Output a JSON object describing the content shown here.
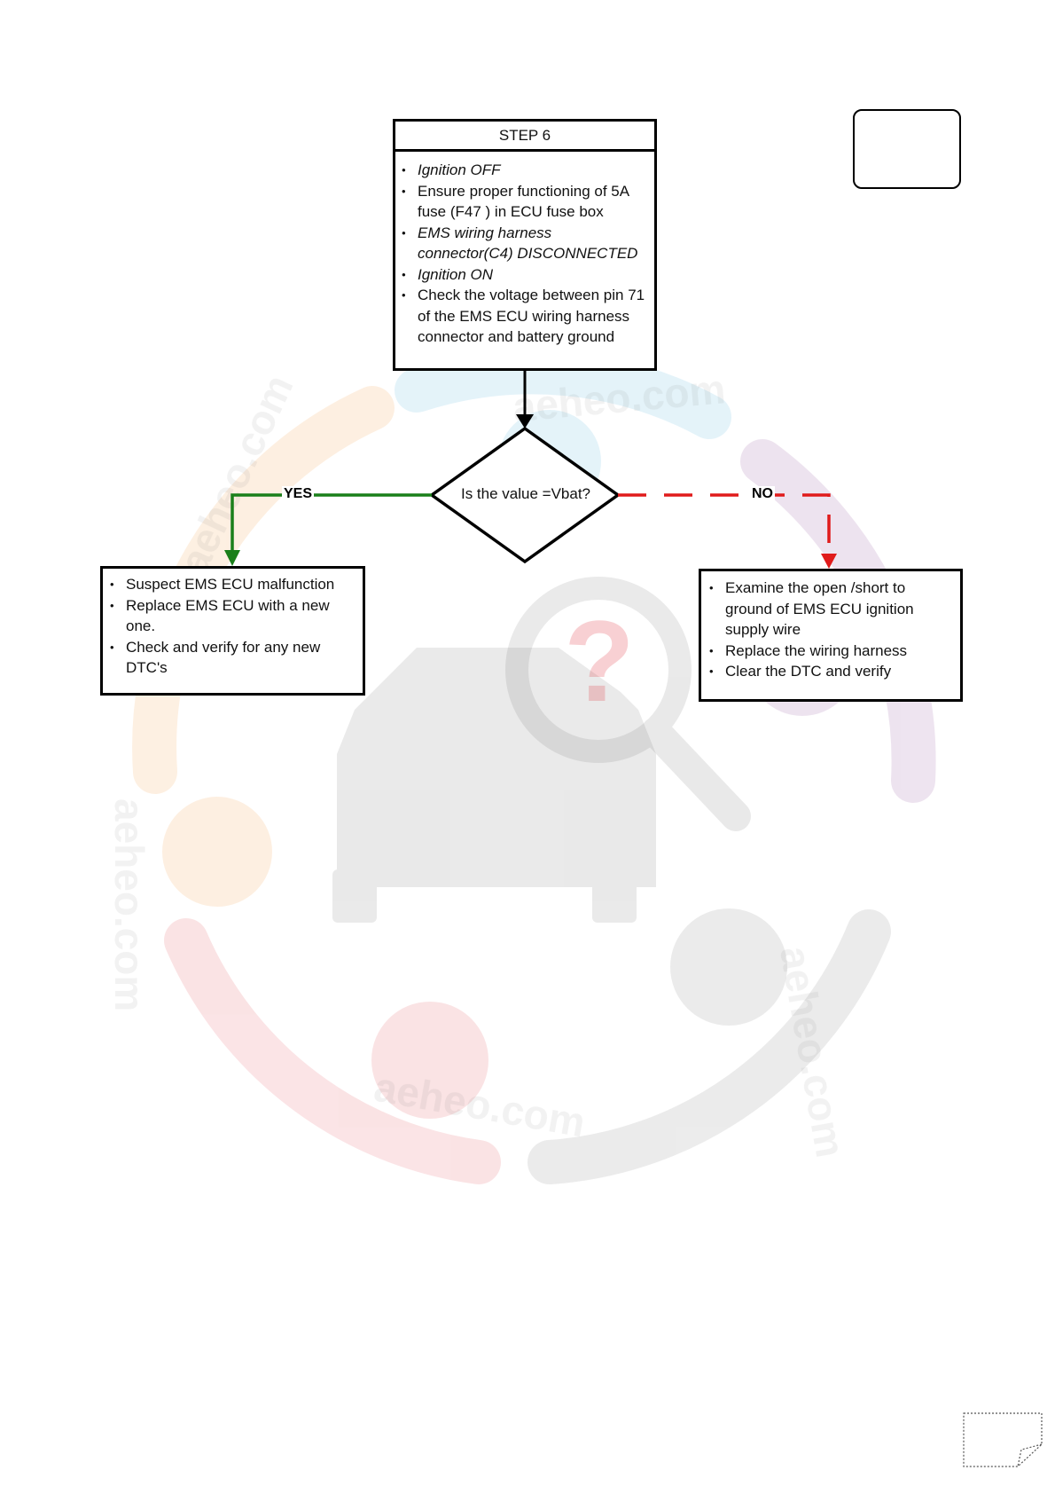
{
  "step": {
    "title": "STEP 6",
    "items": [
      "Ignition OFF",
      "Ensure proper functioning of 5A fuse  (F47 )  in ECU fuse box",
      "EMS wiring harness connector(C4)  DISCONNECTED",
      "Ignition ON",
      "Check the voltage between pin 71 of the EMS ECU wiring harness connector and battery ground"
    ]
  },
  "decision": {
    "question": "Is the value =Vbat?"
  },
  "yes": {
    "label": "YES",
    "items": [
      "Suspect  EMS ECU  malfunction",
      "Replace EMS ECU  with a new one.",
      "Check and verify for any new DTC's"
    ]
  },
  "no": {
    "label": "NO",
    "items": [
      "Examine the open /short to ground  of EMS ECU ignition supply wire",
      "Replace the wiring harness",
      "Clear the DTC and verify"
    ]
  },
  "colors": {
    "yes_line": "#1a7f1a",
    "no_line": "#e01b1b",
    "border": "#000000"
  },
  "watermark": {
    "text": "aeheo.com"
  }
}
